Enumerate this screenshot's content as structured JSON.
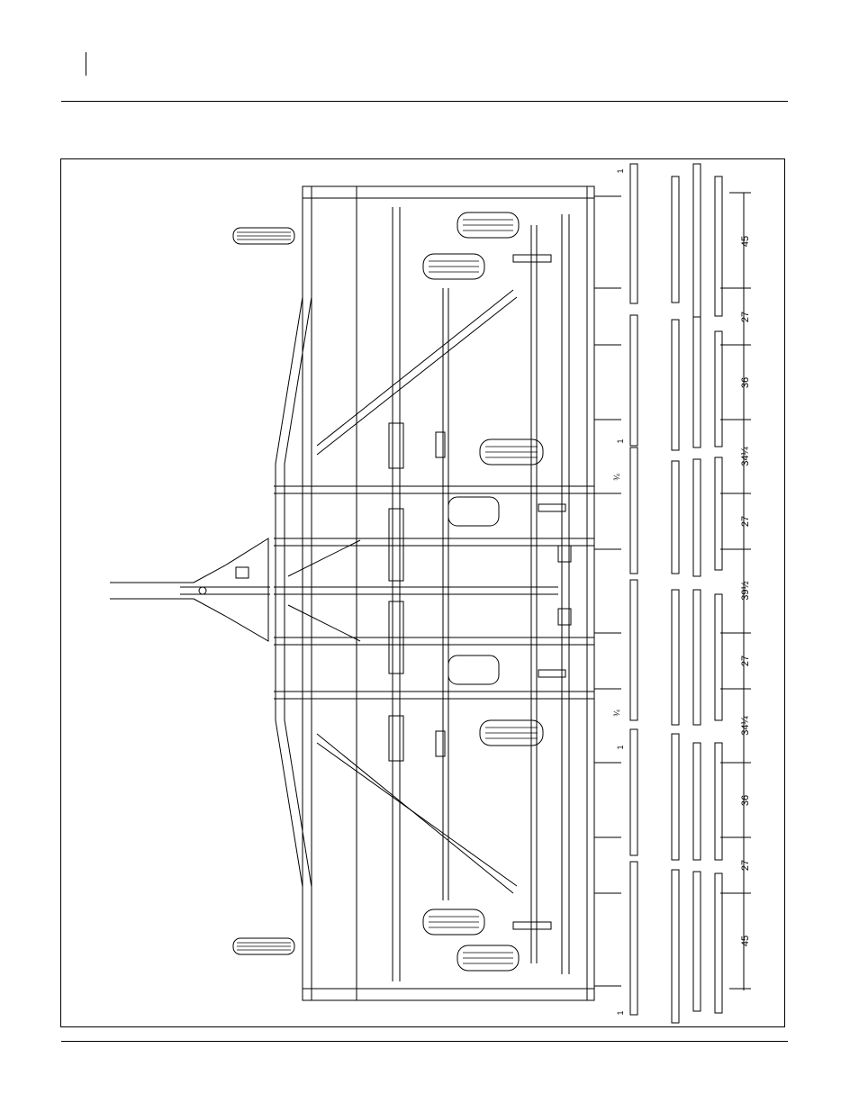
{
  "drawing": {
    "spacing_labels": [
      "45",
      "27",
      "36",
      "34¼",
      "27",
      "39½",
      "27",
      "34¼",
      "36",
      "27",
      "45"
    ],
    "offset_label_one": "1",
    "offset_label_three_quarter": "¾",
    "line_color": "#000000"
  }
}
